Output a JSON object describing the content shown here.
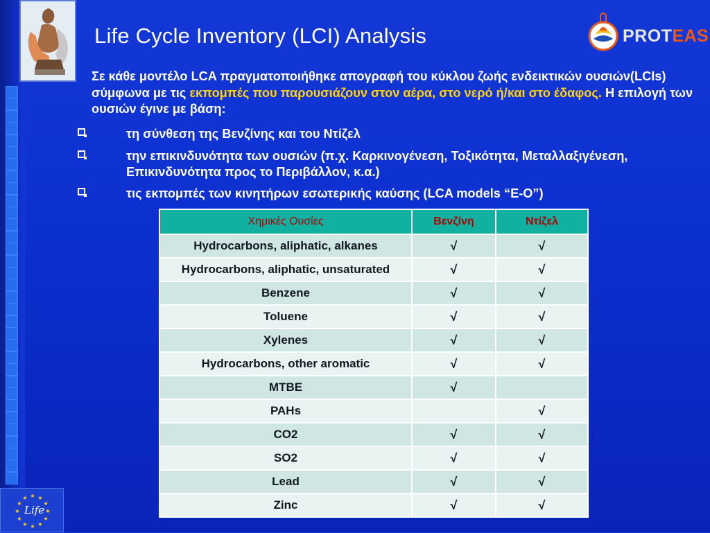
{
  "slide": {
    "title": "Life Cycle Inventory (LCI) Analysis",
    "proteas_logo": {
      "text_a": "PROT",
      "text_b": "EAS",
      "icon": "proteas-logo-icon"
    },
    "university_logo": {
      "icon": "athena-logo-icon"
    },
    "eu_logo": {
      "text": "Life",
      "icon": "eu-stars-icon"
    },
    "intro": {
      "part1": "Σε κάθε μοντέλο LCA πραγματοποιήθηκε απογραφή του κύκλου ζωής ενδεικτικών ουσιών(LCIs) σύμφωνα με τις ",
      "highlight": "εκπομπές που παρουσιάζουν στον αέρα, στο νερό ή/και στο έδαφος.",
      "part2": " Η επιλογή των ουσιών έγινε με βάση:"
    },
    "bullets": [
      "τη σύνθεση της Βενζίνης και του Ντίζελ",
      "την επικινδυνότητα  των ουσιών (π.χ. Καρκινογένεση,  Τοξικότητα, Μεταλλαξιγένεση,  Επικινδυνότητα προς το Περιβάλλον, κ.α.)",
      "τις εκπομπές των κινητήρων εσωτερικής καύσης (LCA models “E-O”)"
    ],
    "colors": {
      "background": "#0c2fcf",
      "highlight": "#ffd21a",
      "table_header": "#12b0a0",
      "header_text": "#b30000"
    }
  },
  "table": {
    "headers": [
      "Χημικές Ουσίες",
      "Βενζίνη",
      "Ντίζελ"
    ],
    "rows": [
      [
        "Hydrocarbons, aliphatic, alkanes",
        "√",
        "√"
      ],
      [
        "Hydrocarbons, aliphatic, unsaturated",
        "√",
        "√"
      ],
      [
        "Benzene",
        "√",
        "√"
      ],
      [
        "Toluene",
        "√",
        "√"
      ],
      [
        "Xylenes",
        "√",
        "√"
      ],
      [
        "Hydrocarbons, other aromatic",
        "√",
        "√"
      ],
      [
        "MTBE",
        "√",
        ""
      ],
      [
        "PAHs",
        "",
        "√"
      ],
      [
        "CO2",
        "√",
        "√"
      ],
      [
        "SO2",
        "√",
        "√"
      ],
      [
        "Lead",
        "√",
        "√"
      ],
      [
        "Zinc",
        "√",
        "√"
      ]
    ]
  }
}
